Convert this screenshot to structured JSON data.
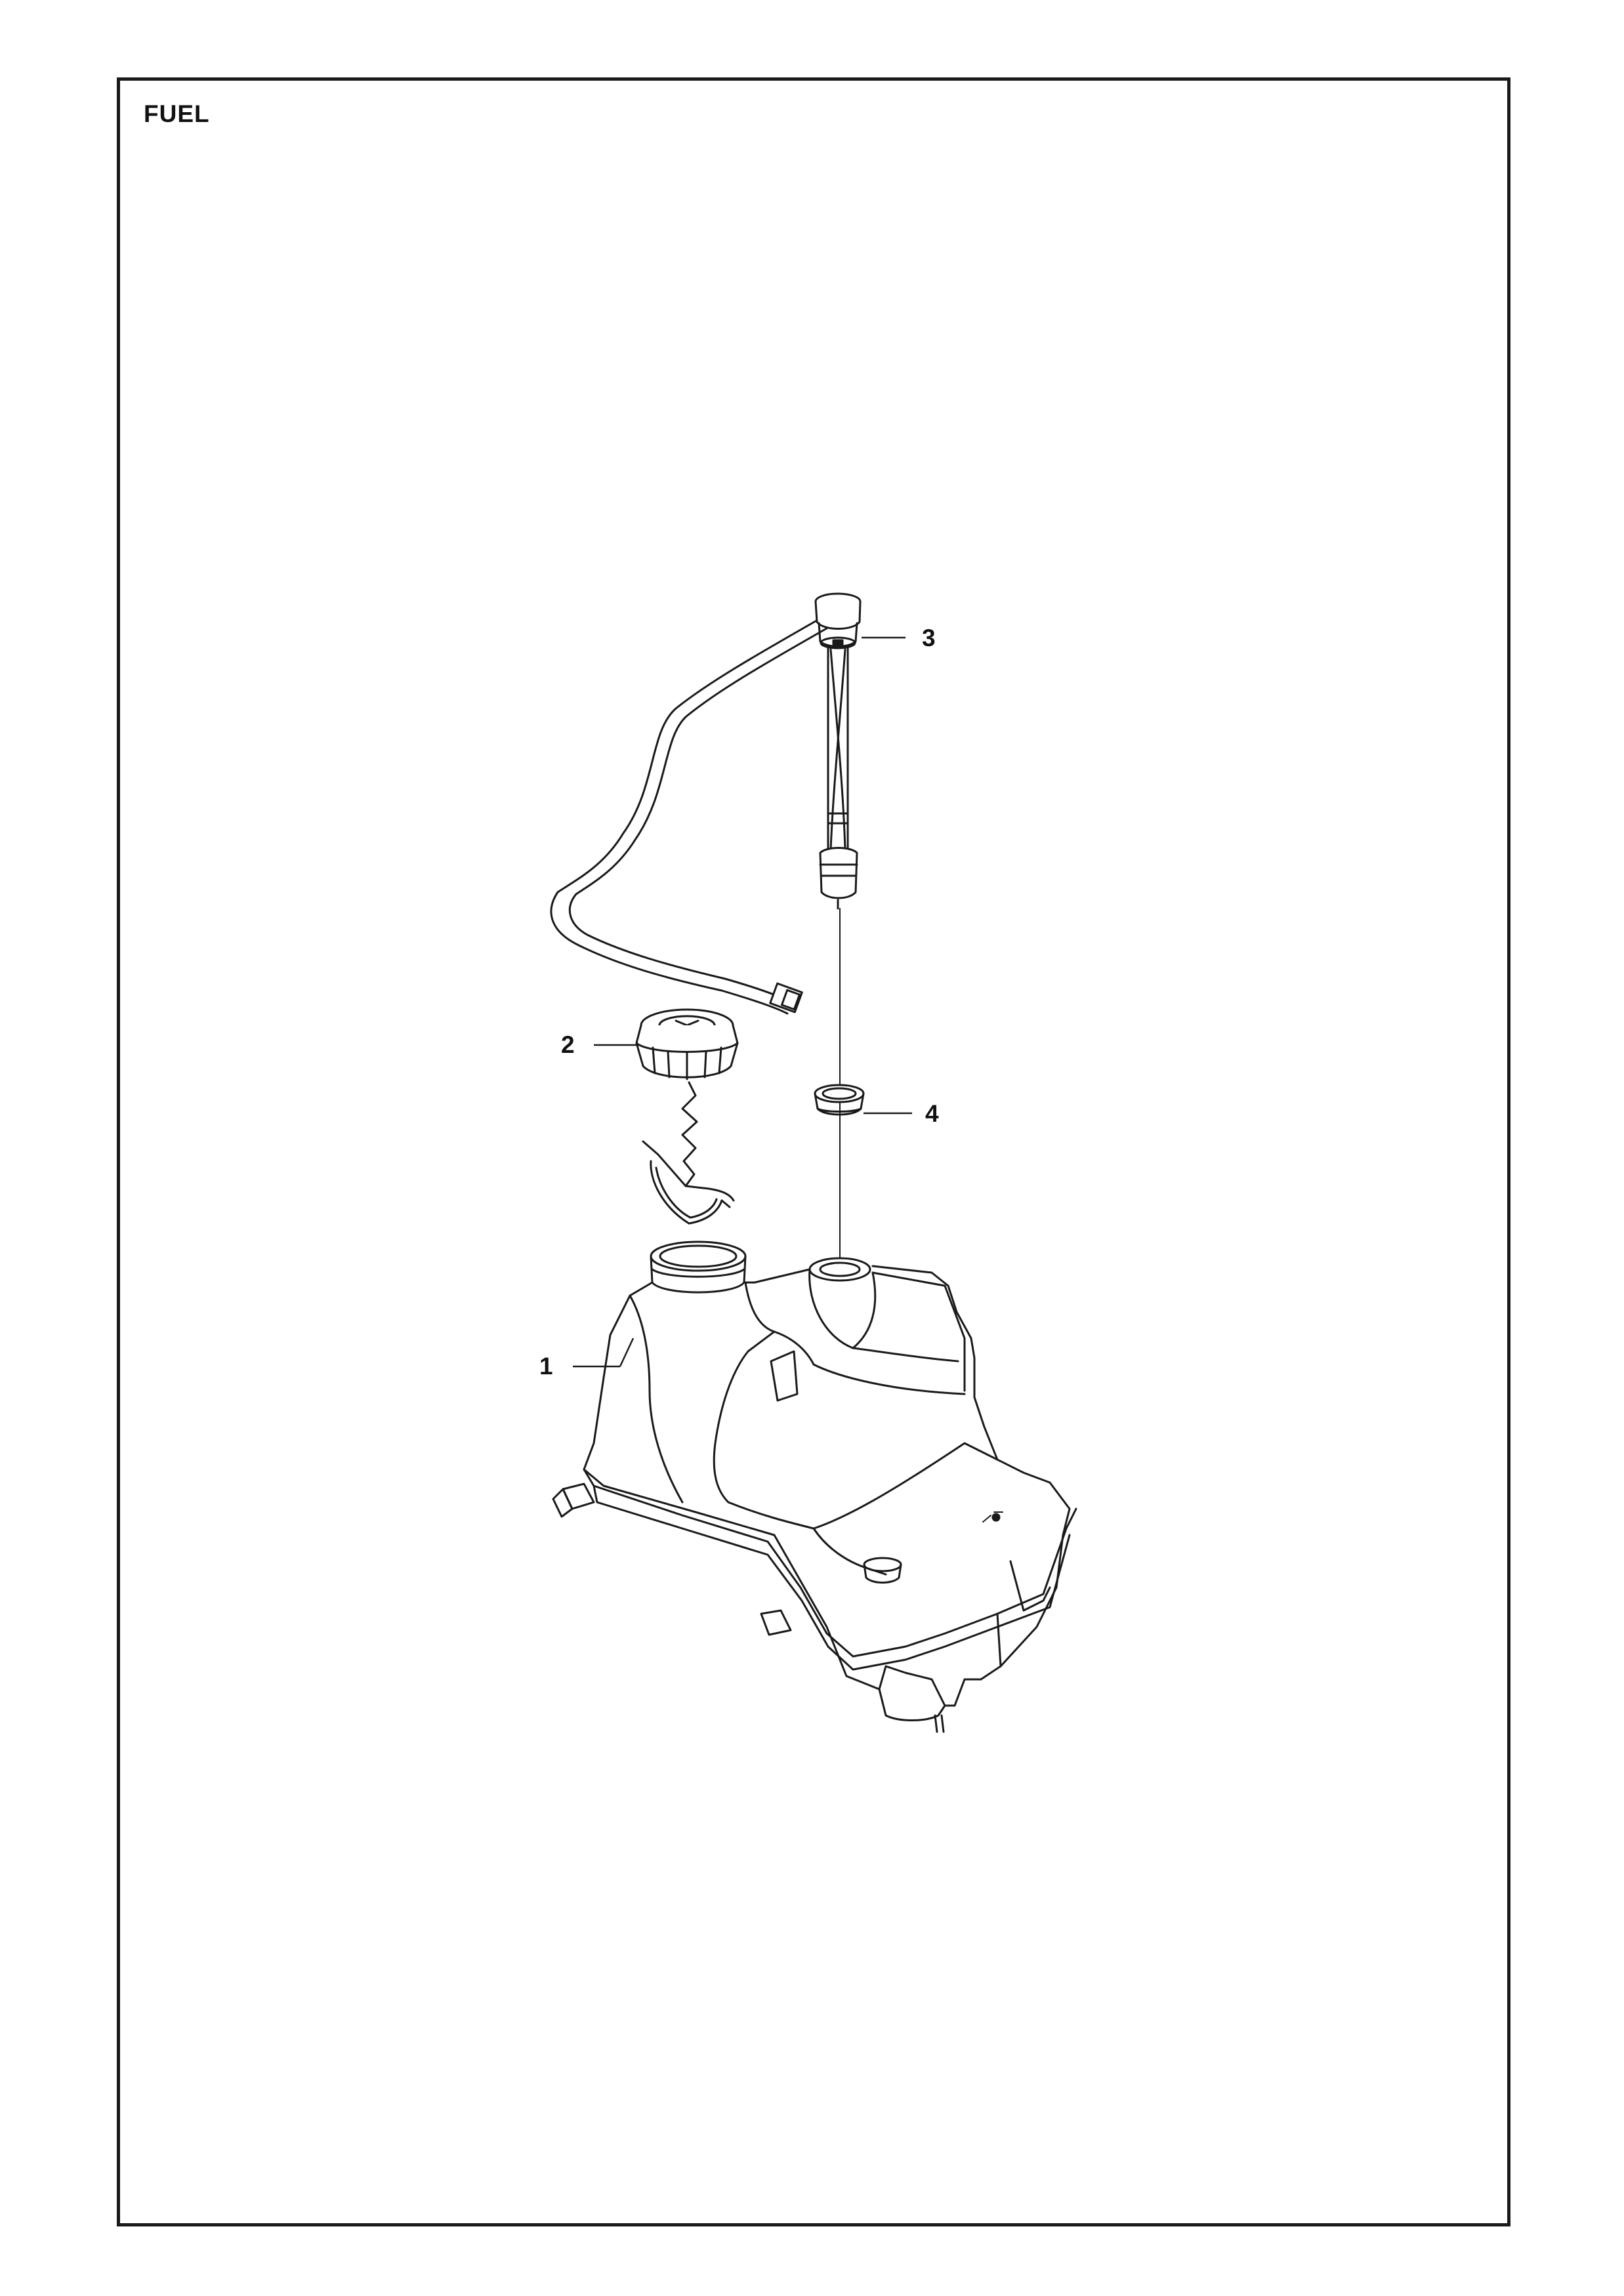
{
  "title": "FUEL",
  "callouts": [
    {
      "id": "1",
      "label": "1",
      "part": "fuel-tank"
    },
    {
      "id": "2",
      "label": "2",
      "part": "fuel-cap"
    },
    {
      "id": "3",
      "label": "3",
      "part": "fuel-level-sender"
    },
    {
      "id": "4",
      "label": "4",
      "part": "grommet"
    }
  ],
  "colors": {
    "line": "#1a1a1a",
    "fill": "#ffffff",
    "shade": "#e6e6e6"
  }
}
